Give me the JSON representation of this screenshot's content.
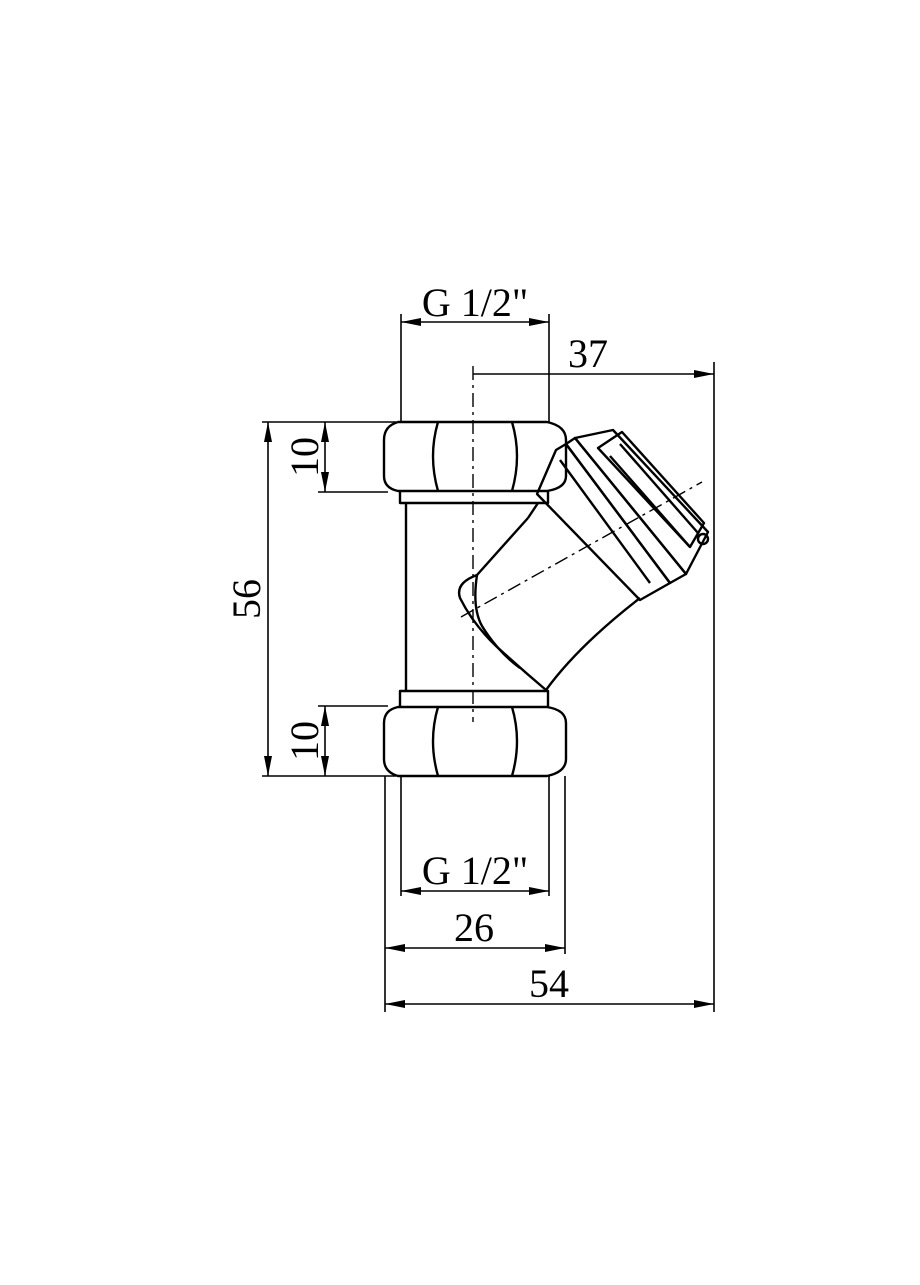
{
  "drawing": {
    "part": "y-strainer",
    "line_color": "#000000",
    "background_color": "#ffffff",
    "dimensions": {
      "thread_top": "G 1/2\"",
      "thread_bottom": "G 1/2\"",
      "offset_to_cap": "37",
      "nut_height_top": "10",
      "total_height": "56",
      "nut_height_bottom": "10",
      "nut_width": "26",
      "total_width": "54"
    }
  }
}
